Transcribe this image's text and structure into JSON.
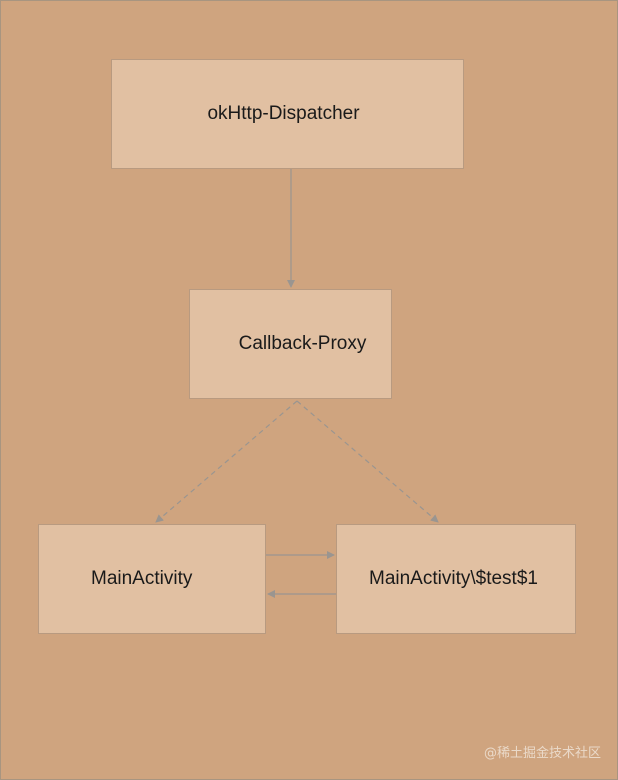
{
  "diagram": {
    "nodes": [
      {
        "id": "dispatcher",
        "label": "okHttp-Dispatcher"
      },
      {
        "id": "proxy",
        "label": "Callback-Proxy"
      },
      {
        "id": "main",
        "label": "MainActivity"
      },
      {
        "id": "test",
        "label": "MainActivity\\$test$1"
      }
    ],
    "edges": [
      {
        "from": "dispatcher",
        "to": "proxy",
        "style": "solid"
      },
      {
        "from": "proxy",
        "to": "main",
        "style": "dashed"
      },
      {
        "from": "proxy",
        "to": "test",
        "style": "dashed"
      },
      {
        "from": "main",
        "to": "test",
        "style": "solid"
      },
      {
        "from": "test",
        "to": "main",
        "style": "solid"
      }
    ]
  },
  "watermark": "@稀土掘金技术社区",
  "colors": {
    "background": "#cfa47f",
    "node_fill": "#e1c0a2",
    "node_border": "#b89a80",
    "edge": "#9a9590",
    "text": "#1a1a1a"
  }
}
